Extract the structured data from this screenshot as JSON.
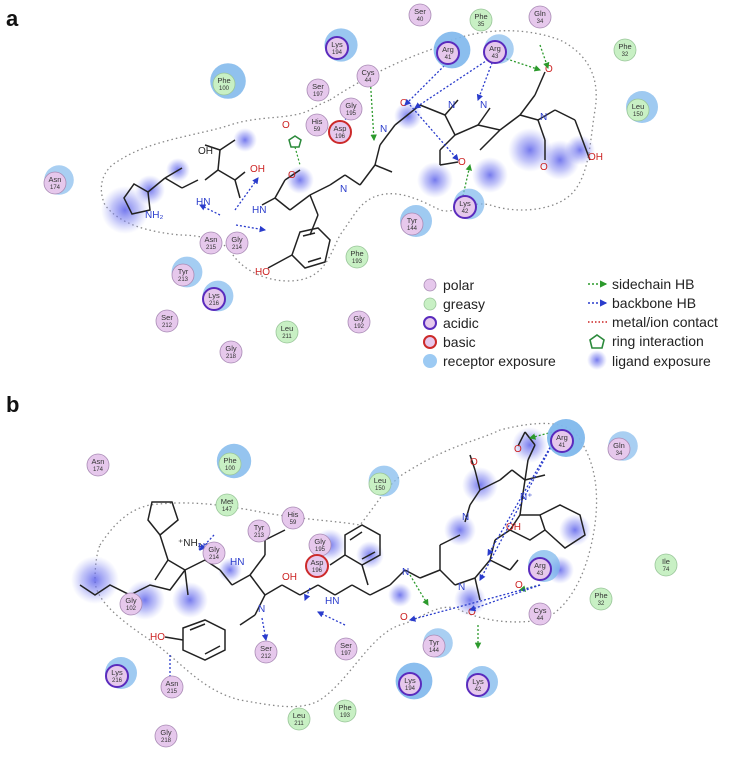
{
  "panels": [
    {
      "label": "a",
      "residues": [
        {
          "id": "a-ser40",
          "name": "Ser",
          "num": "40",
          "type": "polar",
          "exp": 0
        },
        {
          "id": "a-phe35",
          "name": "Phe",
          "num": "35",
          "type": "greasy",
          "exp": 0
        },
        {
          "id": "a-gln34",
          "name": "Gln",
          "num": "34",
          "type": "polar",
          "exp": 0
        },
        {
          "id": "a-lys194",
          "name": "Lys",
          "num": "194",
          "type": "acidic",
          "exp": 0.6
        },
        {
          "id": "a-arg41",
          "name": "Arg",
          "num": "41",
          "type": "acidic",
          "exp": 0.9
        },
        {
          "id": "a-arg43",
          "name": "Arg",
          "num": "43",
          "type": "acidic",
          "exp": 0.3
        },
        {
          "id": "a-phe32",
          "name": "Phe",
          "num": "32",
          "type": "greasy",
          "exp": 0
        },
        {
          "id": "a-phe100",
          "name": "Phe",
          "num": "100",
          "type": "greasy",
          "exp": 0.8
        },
        {
          "id": "a-ser197",
          "name": "Ser",
          "num": "197",
          "type": "polar",
          "exp": 0
        },
        {
          "id": "a-cys44",
          "name": "Cys",
          "num": "44",
          "type": "polar",
          "exp": 0
        },
        {
          "id": "a-gly195",
          "name": "Gly",
          "num": "195",
          "type": "polar",
          "exp": 0
        },
        {
          "id": "a-leu150",
          "name": "Leu",
          "num": "150",
          "type": "greasy",
          "exp": 0.5
        },
        {
          "id": "a-his59",
          "name": "His",
          "num": "59",
          "type": "polar",
          "exp": 0
        },
        {
          "id": "a-asp196",
          "name": "Asp",
          "num": "196",
          "type": "basic",
          "exp": 0
        },
        {
          "id": "a-asn174",
          "name": "Asn",
          "num": "174",
          "type": "polar",
          "exp": 0.3
        },
        {
          "id": "a-lys42",
          "name": "Lys",
          "num": "42",
          "type": "acidic",
          "exp": 0.4
        },
        {
          "id": "a-tyr144",
          "name": "Tyr",
          "num": "144",
          "type": "polar",
          "exp": 0.5
        },
        {
          "id": "a-asn215",
          "name": "Asn",
          "num": "215",
          "type": "polar",
          "exp": 0
        },
        {
          "id": "a-gly214",
          "name": "Gly",
          "num": "214",
          "type": "polar",
          "exp": 0
        },
        {
          "id": "a-phe193",
          "name": "Phe",
          "num": "193",
          "type": "greasy",
          "exp": 0
        },
        {
          "id": "a-tyr213",
          "name": "Tyr",
          "num": "213",
          "type": "polar",
          "exp": 0.4
        },
        {
          "id": "a-lys216",
          "name": "Lys",
          "num": "216",
          "type": "acidic",
          "exp": 0.4
        },
        {
          "id": "a-ser212",
          "name": "Ser",
          "num": "212",
          "type": "polar",
          "exp": 0
        },
        {
          "id": "a-leu211",
          "name": "Leu",
          "num": "211",
          "type": "greasy",
          "exp": 0
        },
        {
          "id": "a-gly192",
          "name": "Gly",
          "num": "192",
          "type": "polar",
          "exp": 0
        },
        {
          "id": "a-gly218",
          "name": "Gly",
          "num": "218",
          "type": "polar",
          "exp": 0
        }
      ]
    },
    {
      "label": "b",
      "residues": [
        {
          "id": "b-arg41",
          "name": "Arg",
          "num": "41",
          "type": "acidic",
          "exp": 1.0
        },
        {
          "id": "b-asn174",
          "name": "Asn",
          "num": "174",
          "type": "polar",
          "exp": 0
        },
        {
          "id": "b-phe100",
          "name": "Phe",
          "num": "100",
          "type": "greasy",
          "exp": 0.7
        },
        {
          "id": "b-gln34",
          "name": "Gln",
          "num": "34",
          "type": "polar",
          "exp": 0.3
        },
        {
          "id": "b-met147",
          "name": "Met",
          "num": "147",
          "type": "greasy",
          "exp": 0
        },
        {
          "id": "b-leu150",
          "name": "Leu",
          "num": "150",
          "type": "greasy",
          "exp": 0.4
        },
        {
          "id": "b-his59",
          "name": "His",
          "num": "59",
          "type": "polar",
          "exp": 0
        },
        {
          "id": "b-tyr213",
          "name": "Tyr",
          "num": "213",
          "type": "polar",
          "exp": 0
        },
        {
          "id": "b-gly214",
          "name": "Gly",
          "num": "214",
          "type": "polar",
          "exp": 0
        },
        {
          "id": "b-gly195",
          "name": "Gly",
          "num": "195",
          "type": "polar",
          "exp": 0
        },
        {
          "id": "b-asp196",
          "name": "Asp",
          "num": "196",
          "type": "basic",
          "exp": 0
        },
        {
          "id": "b-ile74",
          "name": "Ile",
          "num": "74",
          "type": "greasy",
          "exp": 0
        },
        {
          "id": "b-arg43",
          "name": "Arg",
          "num": "43",
          "type": "acidic",
          "exp": 0.5
        },
        {
          "id": "b-phe32",
          "name": "Phe",
          "num": "32",
          "type": "greasy",
          "exp": 0
        },
        {
          "id": "b-gly102",
          "name": "Gly",
          "num": "102",
          "type": "polar",
          "exp": 0
        },
        {
          "id": "b-cys44",
          "name": "Cys",
          "num": "44",
          "type": "polar",
          "exp": 0
        },
        {
          "id": "b-tyr144",
          "name": "Tyr",
          "num": "144",
          "type": "polar",
          "exp": 0.3
        },
        {
          "id": "b-ser197",
          "name": "Ser",
          "num": "197",
          "type": "polar",
          "exp": 0
        },
        {
          "id": "b-ser212",
          "name": "Ser",
          "num": "212",
          "type": "polar",
          "exp": 0
        },
        {
          "id": "b-lys216",
          "name": "Lys",
          "num": "216",
          "type": "acidic",
          "exp": 0.5
        },
        {
          "id": "b-asn215",
          "name": "Asn",
          "num": "215",
          "type": "polar",
          "exp": 0
        },
        {
          "id": "b-lys194",
          "name": "Lys",
          "num": "194",
          "type": "acidic",
          "exp": 0.9
        },
        {
          "id": "b-lys42",
          "name": "Lys",
          "num": "42",
          "type": "acidic",
          "exp": 0.5
        },
        {
          "id": "b-leu211",
          "name": "Leu",
          "num": "211",
          "type": "greasy",
          "exp": 0
        },
        {
          "id": "b-phe193",
          "name": "Phe",
          "num": "193",
          "type": "greasy",
          "exp": 0
        },
        {
          "id": "b-gly218",
          "name": "Gly",
          "num": "218",
          "type": "polar",
          "exp": 0
        }
      ]
    }
  ],
  "atoms": [
    "OH",
    "HO",
    "HN",
    "N",
    "H",
    "O",
    "NH₂",
    "⁺NH₂",
    "N⁺"
  ],
  "legend": {
    "left": [
      {
        "key": "polar",
        "label": "polar"
      },
      {
        "key": "greasy",
        "label": "greasy"
      },
      {
        "key": "acidic",
        "label": "acidic"
      },
      {
        "key": "basic",
        "label": "basic"
      },
      {
        "key": "receptor",
        "label": "receptor exposure"
      }
    ],
    "right": [
      {
        "key": "sidechain",
        "label": "sidechain HB"
      },
      {
        "key": "backbone",
        "label": "backbone HB"
      },
      {
        "key": "metal",
        "label": "metal/ion contact"
      },
      {
        "key": "ring",
        "label": "ring interaction"
      },
      {
        "key": "ligand",
        "label": "ligand exposure"
      }
    ]
  },
  "colors": {
    "polar_fill": "#e6c8ec",
    "greasy_fill": "#c8f0c4",
    "acidic_stroke": "#5a2bbd",
    "basic_stroke": "#cc2a2a",
    "receptor_exposure": "#7fb8ec",
    "ligand_exposure": "#5d62ea",
    "sidechain_hb": "#2c9a2c",
    "backbone_hb": "#2a3ccc",
    "metal_contact": "#cc2222",
    "ring": "#2c8a3c",
    "pocket_outline": "#888888"
  }
}
